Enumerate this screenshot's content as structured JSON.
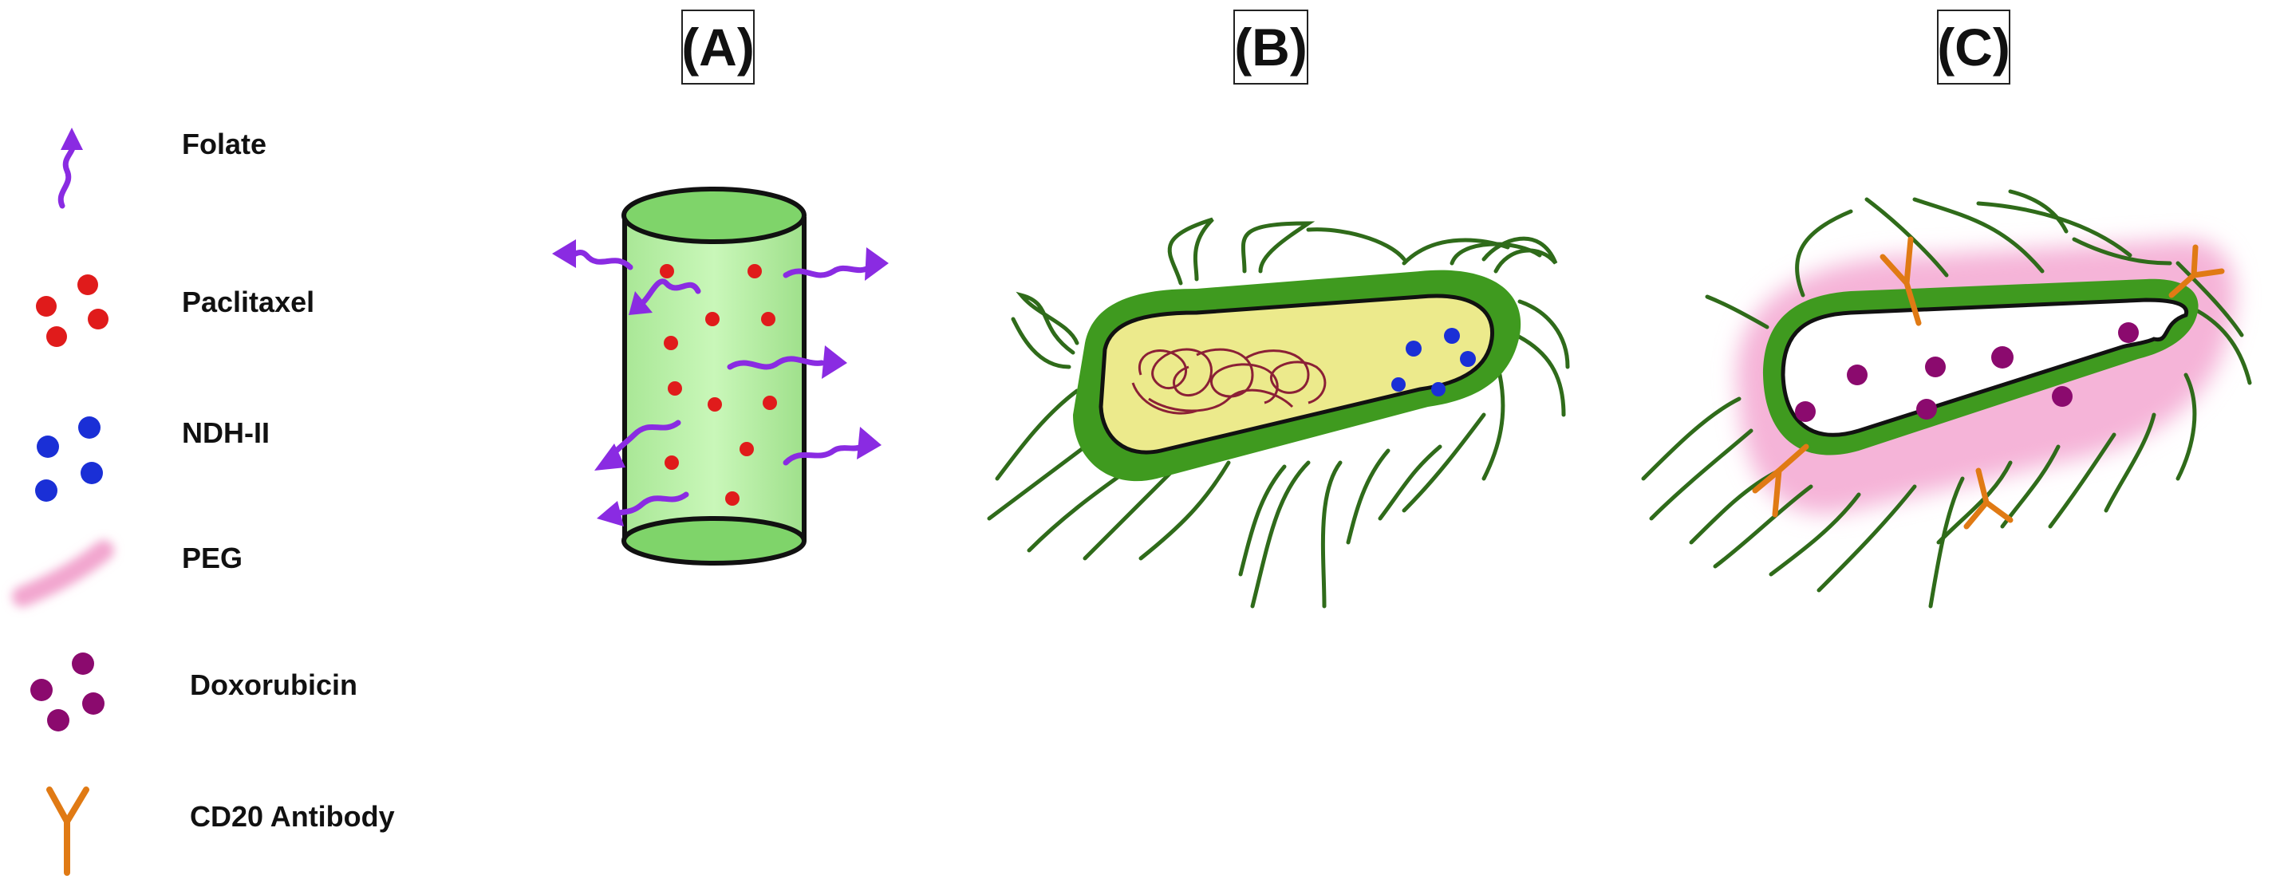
{
  "panels": [
    {
      "label": "(A)"
    },
    {
      "label": "(B)"
    },
    {
      "label": "(C)"
    }
  ],
  "legend": [
    {
      "label": "Folate",
      "icon": "folate-icon"
    },
    {
      "label": "Paclitaxel",
      "icon": "paclitaxel-icon"
    },
    {
      "label": "NDH-II",
      "icon": "ndh-ii-icon"
    },
    {
      "label": "PEG",
      "icon": "peg-icon"
    },
    {
      "label": "Doxorubicin",
      "icon": "doxorubicin-icon"
    },
    {
      "label": "CD20 Antibody",
      "icon": "cd20-antibody-icon"
    }
  ],
  "colors": {
    "folate": "#8a2be2",
    "paclitaxel": "#e01b1b",
    "ndh_ii": "#1a2fd6",
    "peg": "#f2a6cf",
    "doxorubicin": "#8b0a6e",
    "cd20_antibody": "#e07a14",
    "cell_wall": "#3f9a1f",
    "nanotube": "#b8f0a8",
    "cytoplasm": "#ecea8c",
    "flagella": "#2f6b1a"
  }
}
